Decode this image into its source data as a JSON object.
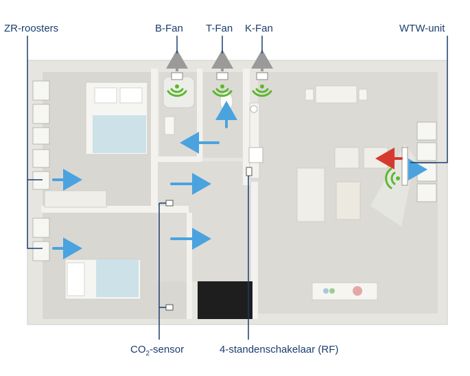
{
  "labels": {
    "zr_roosters": "ZR-roosters",
    "b_fan": "B-Fan",
    "t_fan": "T-Fan",
    "k_fan": "K-Fan",
    "wtw_unit": "WTW-unit",
    "co2_sensor_prefix": "CO",
    "co2_sensor_sub": "2",
    "co2_sensor_suffix": "-sensor",
    "switch": "4-standenschakelaar (RF)"
  },
  "colors": {
    "label_text": "#1a3d6e",
    "leader_line": "#1a3d6e",
    "airflow_fresh": "#4aa3df",
    "airflow_warm": "#d63a2f",
    "wireless_signal": "#5cb82e",
    "exhaust_arrow": "#9a9a9a",
    "wall": "#efeeea",
    "floor": "#dcdad5"
  }
}
